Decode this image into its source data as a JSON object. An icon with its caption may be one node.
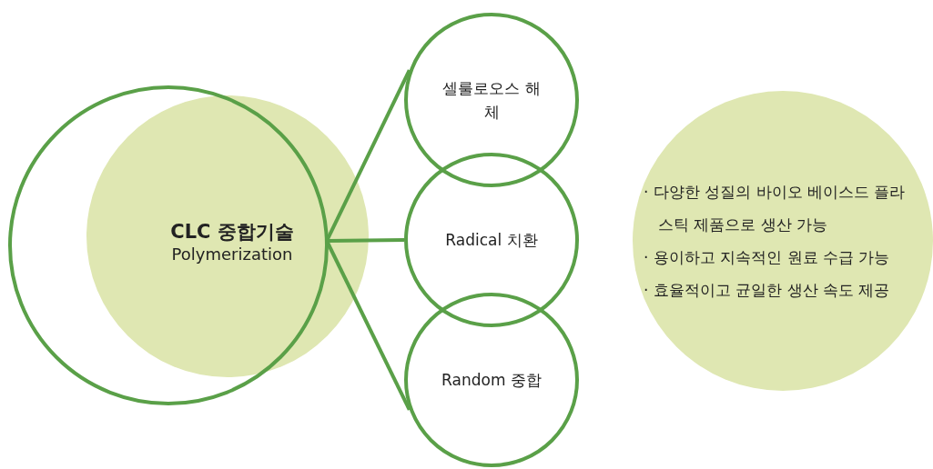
{
  "diagram": {
    "nodes": [
      {
        "text": [
          "CLC 중합기술",
          "Polymerization"
        ]
      },
      {
        "text": [
          "셀룰로오스 해체"
        ]
      },
      {
        "text": [
          "Radical 치환"
        ]
      },
      {
        "text": [
          "Random 중합"
        ]
      },
      {
        "text": [
          "· 다양한 성질의 바이오 베이스드 플라스틱 제품으로 생산 가능",
          "· 용이하고 지속적인 원료 수급 가능",
          "· 효율적이고 균일한 생산 속도 제공"
        ]
      }
    ],
    "edges": [
      {
        "from": 0,
        "to": 1,
        "arrow": "none"
      },
      {
        "from": 0,
        "to": 2,
        "arrow": "none"
      },
      {
        "from": 0,
        "to": 3,
        "arrow": "none"
      }
    ]
  }
}
